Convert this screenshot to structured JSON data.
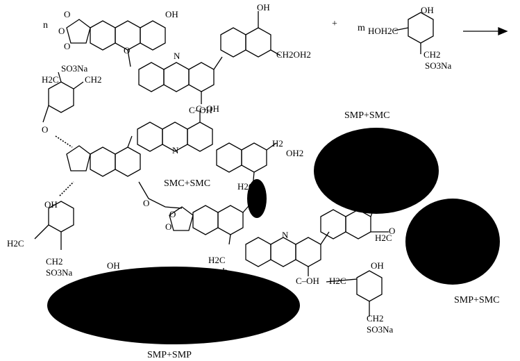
{
  "reaction": {
    "coef_n": "n",
    "plus": "+",
    "coef_m": "m",
    "arrow": "reaction-arrow"
  },
  "fragments": {
    "oh": "OH",
    "o": "O",
    "n": "N",
    "so3na": "SO3Na",
    "h2c": "H2C",
    "ch2": "CH2",
    "oh2": "OH2",
    "ch2_oh2": "CH2OH2",
    "hoh2c": "HOH2C",
    "h2c_so3na": "H2C–SO3Na",
    "c_oh": "C–OH",
    "h2": "H2"
  },
  "regions": {
    "smp_smc_top": "SMP+SMC",
    "smc_smc": "SMC+SMC",
    "smp_smc_right": "SMP+SMC",
    "smp_smp": "SMP+SMP"
  }
}
